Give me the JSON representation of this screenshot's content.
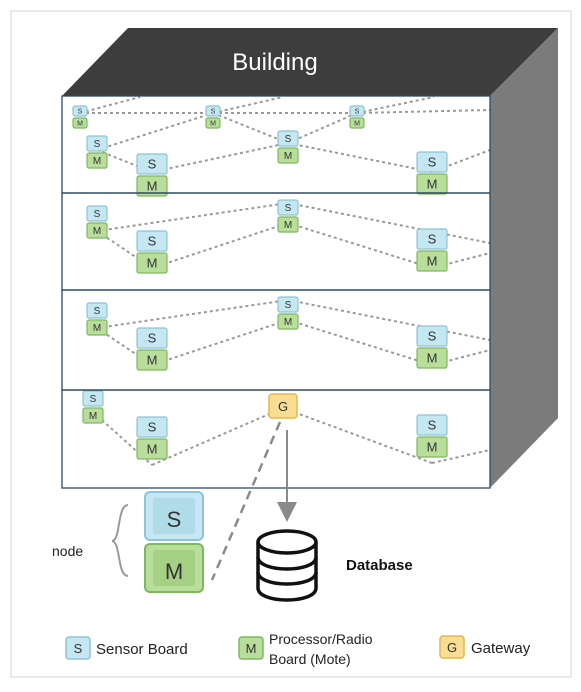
{
  "diagram": {
    "building_label": "Building",
    "badge_letters": {
      "sensor": "S",
      "mote": "M",
      "gateway": "G"
    },
    "node_label": "node",
    "database_label": "Database"
  },
  "legend": {
    "sensor_board": "Sensor Board",
    "processor_line1": "Processor/Radio",
    "processor_line2": "Board (Mote)",
    "gateway": "Gateway"
  },
  "colors": {
    "building_top": "#3d3d3d",
    "building_side": "#7b7b7b",
    "floor_border": "#2e4a6b",
    "sensor_fill": "#c4e7f1",
    "sensor_border": "#8fc3d6",
    "mote_fill": "#b9dd9b",
    "mote_border": "#7eb85e",
    "gateway_fill": "#f9dd92",
    "gateway_border": "#e6b84c"
  }
}
